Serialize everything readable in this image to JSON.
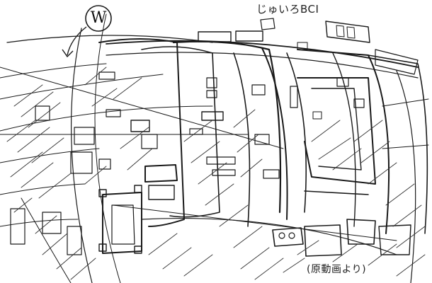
{
  "annotations": {
    "top_note": "じゅいろBCI",
    "bottom_note": "(原動画より)",
    "circle_mark": "W"
  },
  "colors": {
    "ink": "#1a1a1a",
    "paper": "#ffffff",
    "hatch": "#333333"
  },
  "icons": {
    "circle_mark": "circled-letter-icon",
    "arrow": "curved-arrow-icon"
  }
}
